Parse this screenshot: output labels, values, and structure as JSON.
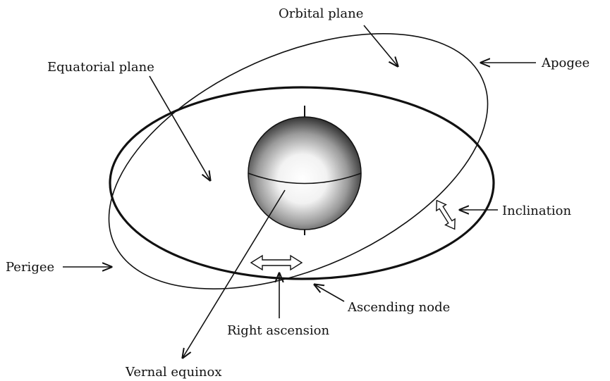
{
  "labels": {
    "orbital_plane": "Orbital plane",
    "apogee": "Apogee",
    "equatorial_plane": "Equatorial plane",
    "inclination": "Inclination",
    "perigee": "Perigee",
    "ascending_node": "Ascending node",
    "right_ascension": "Right ascension",
    "vernal_equinox": "Vernal equinox"
  },
  "colors": {
    "ink": "#111111",
    "background": "#ffffff",
    "sphere_light": "#ffffff",
    "sphere_dark": "#1a1a1a"
  }
}
